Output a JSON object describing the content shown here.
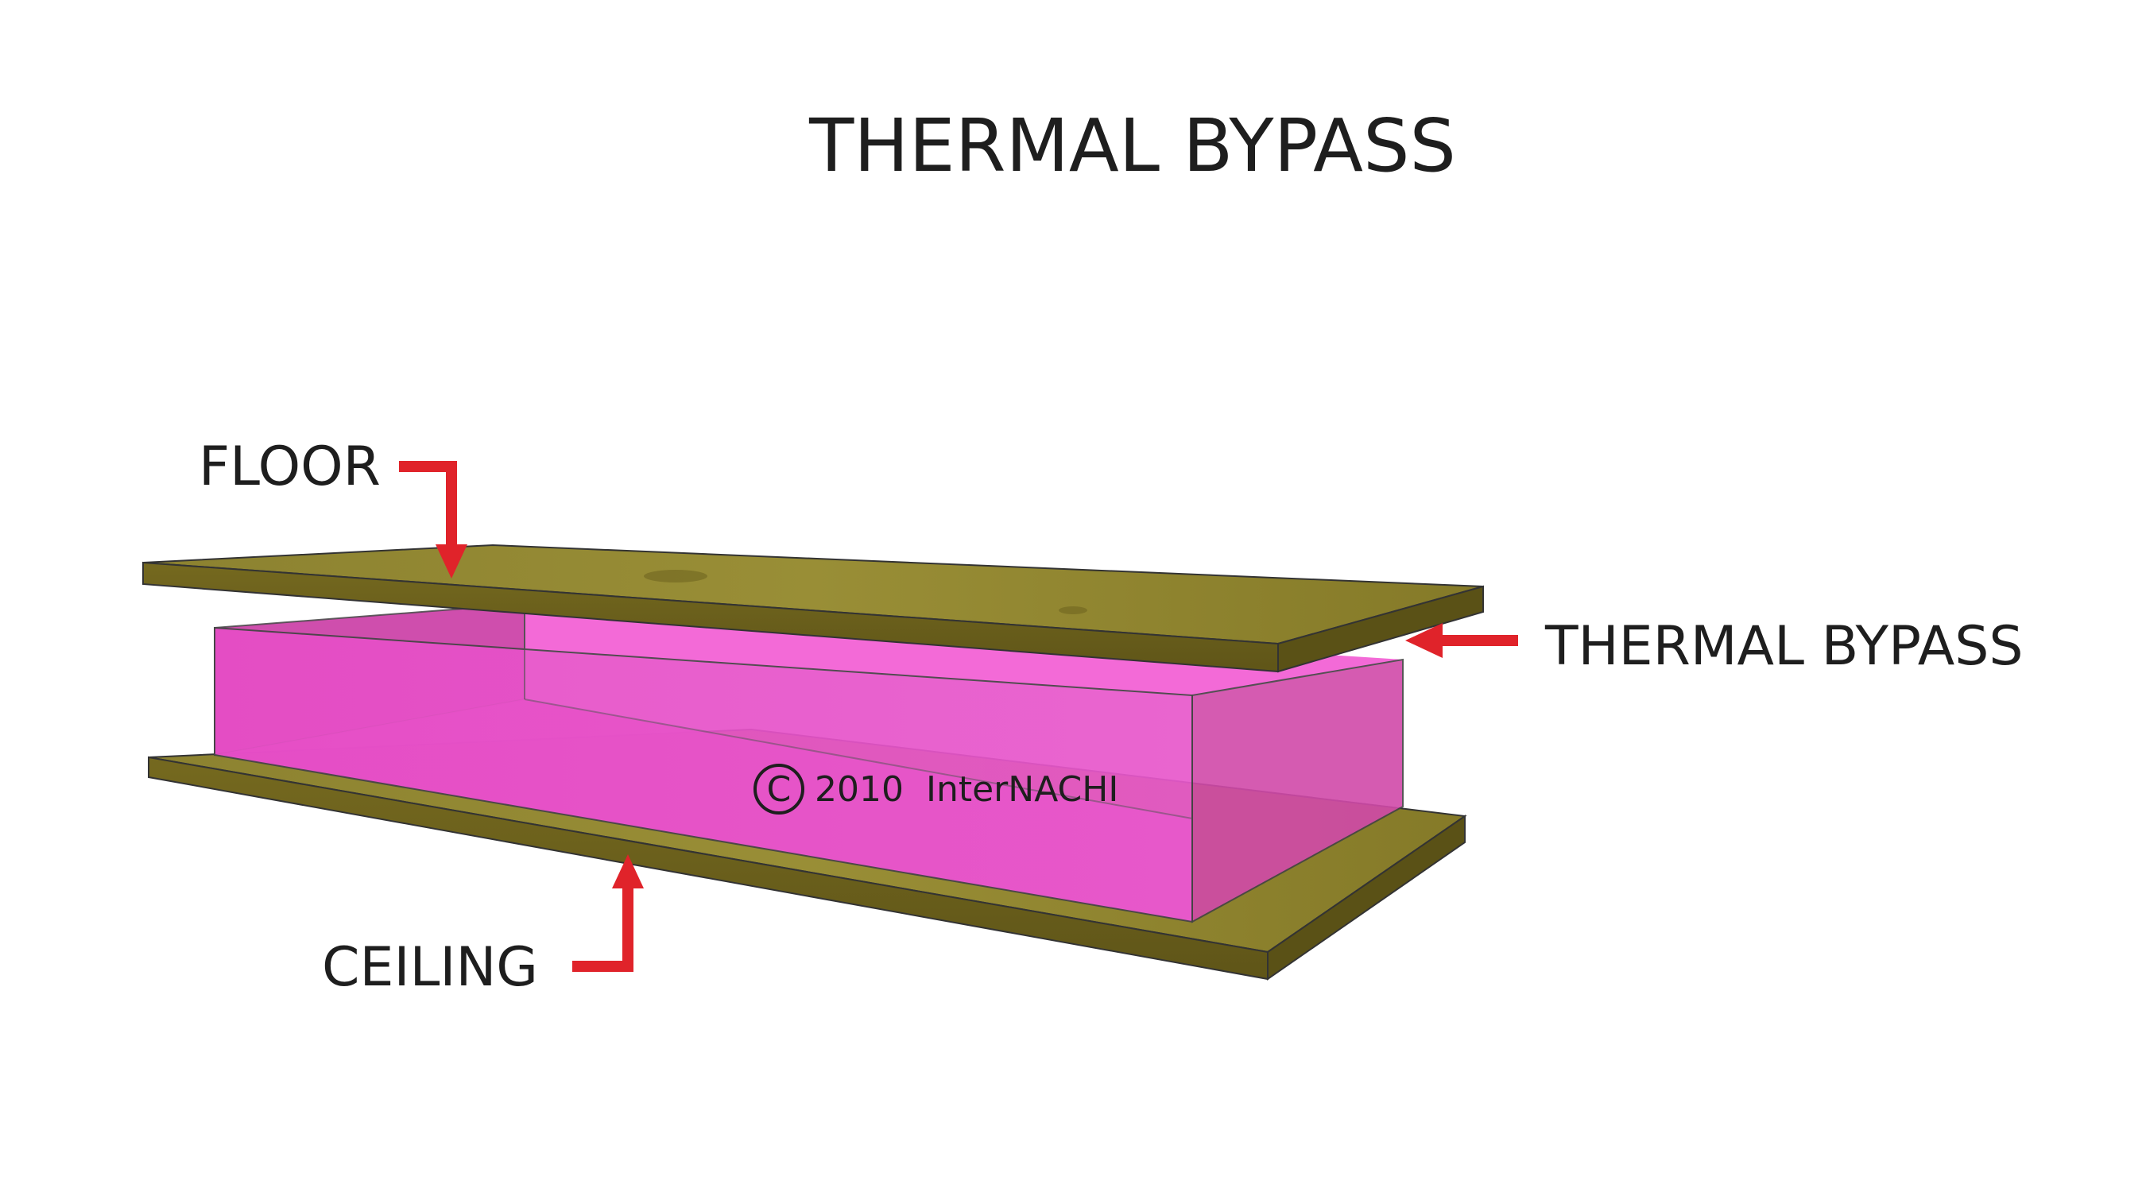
{
  "title": "THERMAL BYPASS",
  "labels": {
    "floor": "FLOOR",
    "thermal_bypass": "THERMAL BYPASS",
    "ceiling": "CEILING"
  },
  "copyright": {
    "symbol": "C",
    "year": "2010",
    "owner": "InterNACHI"
  },
  "colors": {
    "board_top": "#8a7f2a",
    "board_edge": "#6e6620",
    "insulation_front": "#e44fc2",
    "insulation_top": "#f055d0",
    "insulation_side": "#d0409f",
    "arrow": "#e0232a",
    "text": "#1e1e1e"
  }
}
